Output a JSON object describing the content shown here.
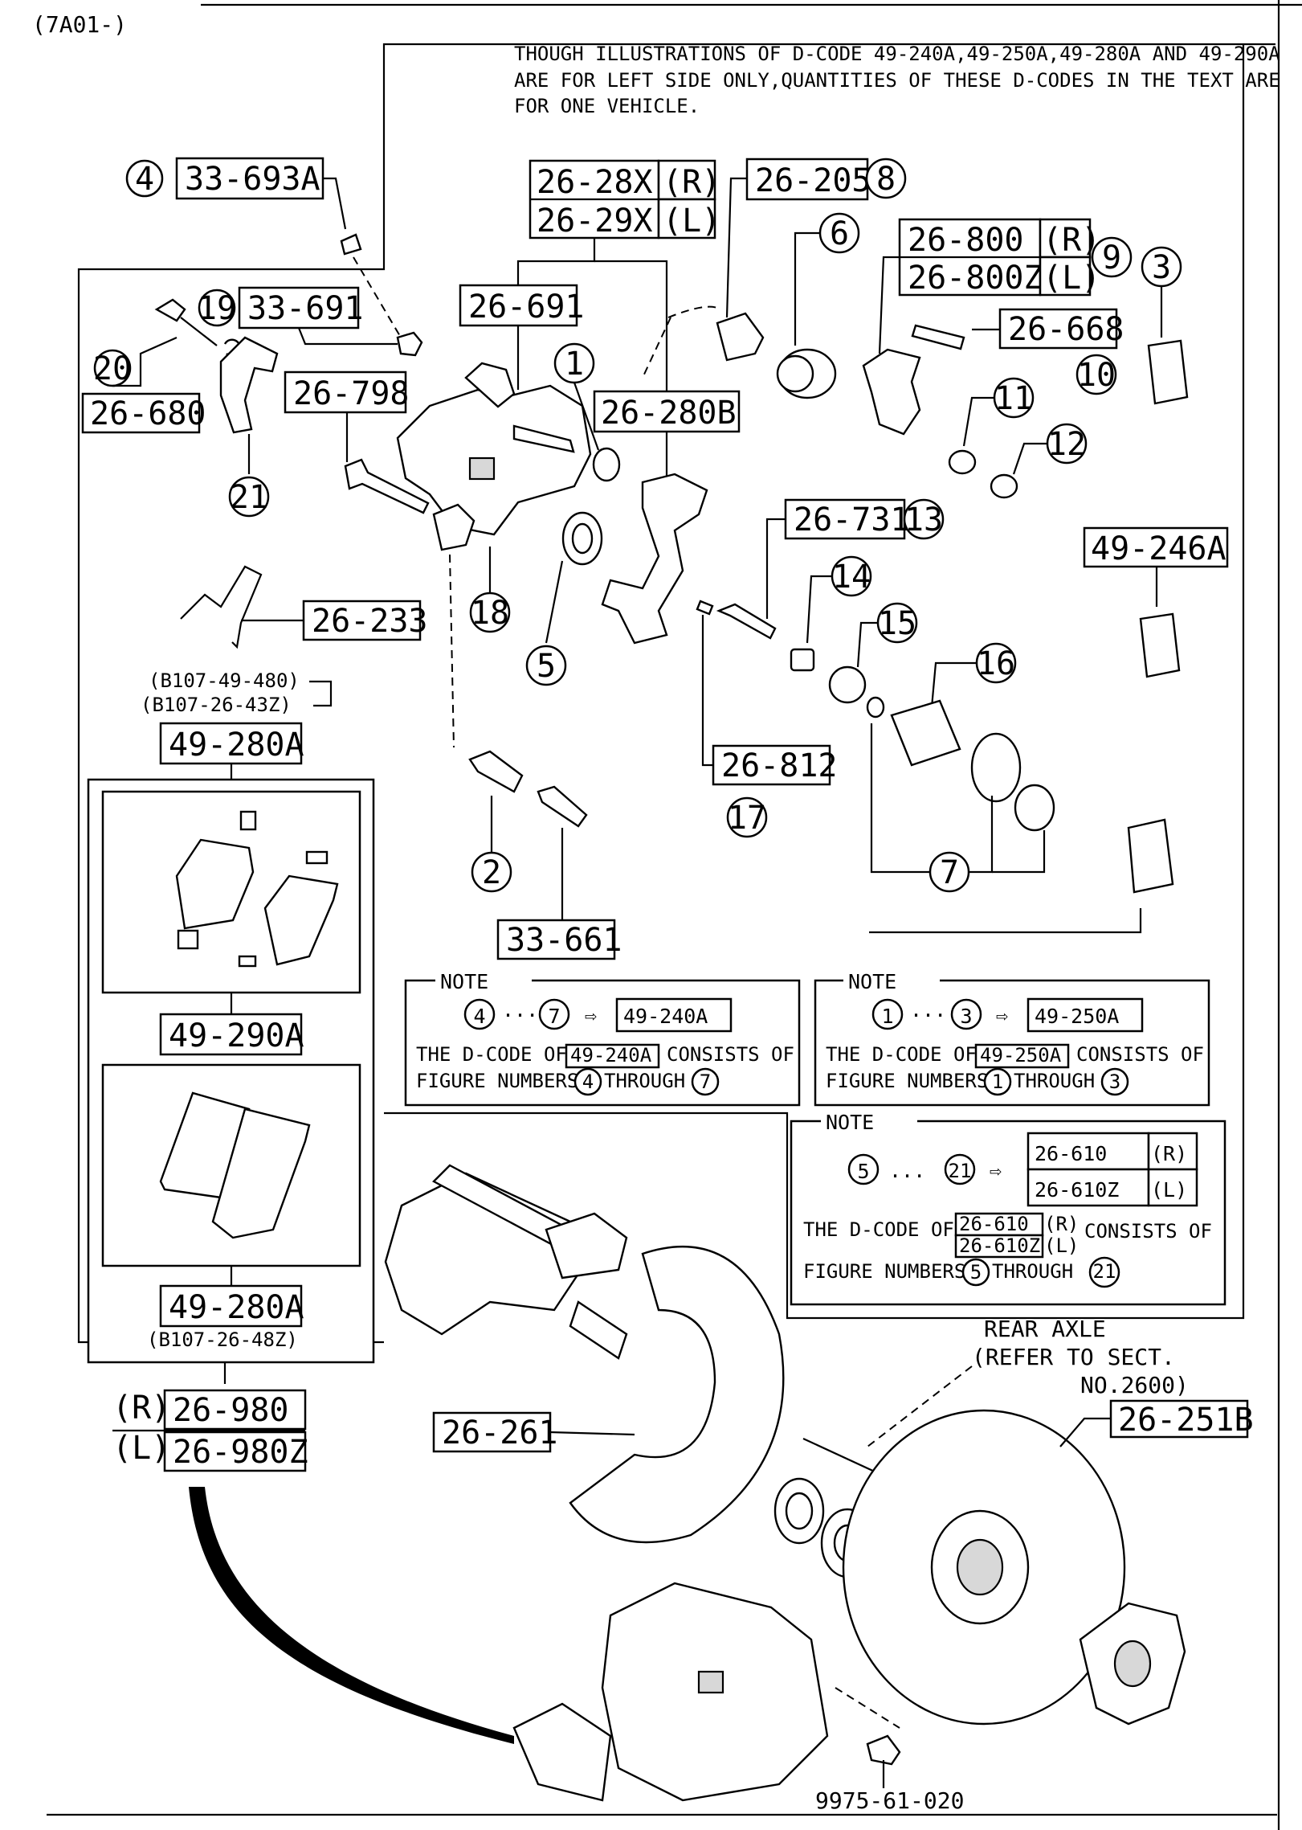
{
  "page_code": "(7A01-)",
  "header_note": [
    "THOUGH ILLUSTRATIONS OF D-CODE 49-240A,49-250A,49-280A AND 49-290A",
    "ARE FOR LEFT SIDE ONLY,QUANTITIES OF THESE D-CODES IN THE TEXT ARE",
    "FOR ONE VEHICLE."
  ],
  "parts": {
    "p4_code": "33-693A",
    "p19_code": "33-691",
    "p20_code": "26-680",
    "p21_code": "26-798",
    "caliper_r": "26-28X",
    "caliper_l": "26-29X",
    "r": "(R)",
    "l": "(L)",
    "p_26_691": "26-691",
    "p_26_280B": "26-280B",
    "p8_code": "26-205",
    "p9_r": "26-800",
    "p9_l": "26-800Z",
    "p10_code": "26-668",
    "p13_code": "26-731",
    "p17_code": "26-812",
    "p2_code": "33-661",
    "spring_code": "26-233",
    "pad_49_246A": "49-246A",
    "kit_480": "(B107-49-480)",
    "kit_43z": "(B107-26-43Z)",
    "kit_49_280A_top": "49-280A",
    "kit_49_290A": "49-290A",
    "kit_49_280A_bottom": "49-280A",
    "kit_48z": "(B107-26-48Z)",
    "assy_r_label": "(R)",
    "assy_r": "26-980",
    "assy_l_label": "(L)",
    "assy_l": "26-980Z",
    "shield": "26-261",
    "disc": "26-251B",
    "bolt": "9975-61-020"
  },
  "callouts": [
    "1",
    "2",
    "3",
    "4",
    "5",
    "6",
    "7",
    "8",
    "9",
    "10",
    "11",
    "12",
    "13",
    "14",
    "15",
    "16",
    "17",
    "18",
    "19",
    "20",
    "21"
  ],
  "notes": {
    "title": "NOTE",
    "n1_range_a": "4",
    "n1_range_b": "7",
    "n1_code": "49-240A",
    "n1_text_a": "THE D-CODE OF",
    "n1_text_b": "CONSISTS OF",
    "n1_text_c": "FIGURE NUMBERS",
    "n1_text_d": "THROUGH",
    "n2_range_a": "1",
    "n2_range_b": "3",
    "n2_code": "49-250A",
    "n3_range_a": "5",
    "n3_range_b": "21",
    "n3_code_r": "26-610",
    "n3_code_l": "26-610Z",
    "ellipsis": "···",
    "dots": "...",
    "arrow": "⇨"
  },
  "rear_axle": [
    "REAR  AXLE",
    "(REFER TO SECT.",
    "NO.2600)"
  ]
}
